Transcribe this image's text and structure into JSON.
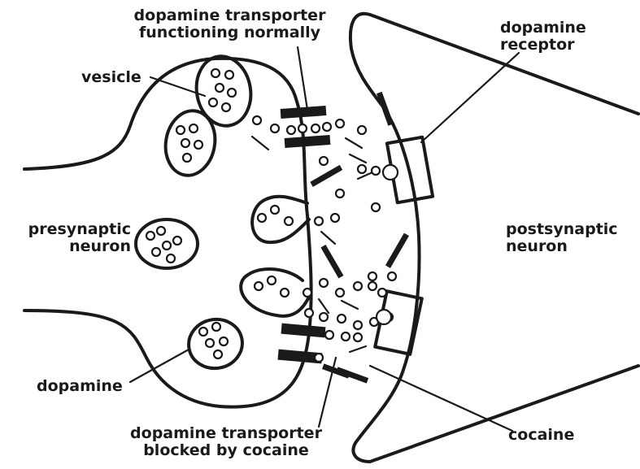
{
  "labels": {
    "transporter_normal": [
      "dopamine transporter",
      "functioning normally"
    ],
    "vesicle": "vesicle",
    "receptor": [
      "dopamine",
      "receptor"
    ],
    "presynaptic": [
      "presynaptic",
      "neuron"
    ],
    "postsynaptic": [
      "postsynaptic",
      "neuron"
    ],
    "dopamine": "dopamine",
    "transporter_blocked": [
      "dopamine transporter",
      "blocked by cocaine"
    ],
    "cocaine": "cocaine"
  }
}
